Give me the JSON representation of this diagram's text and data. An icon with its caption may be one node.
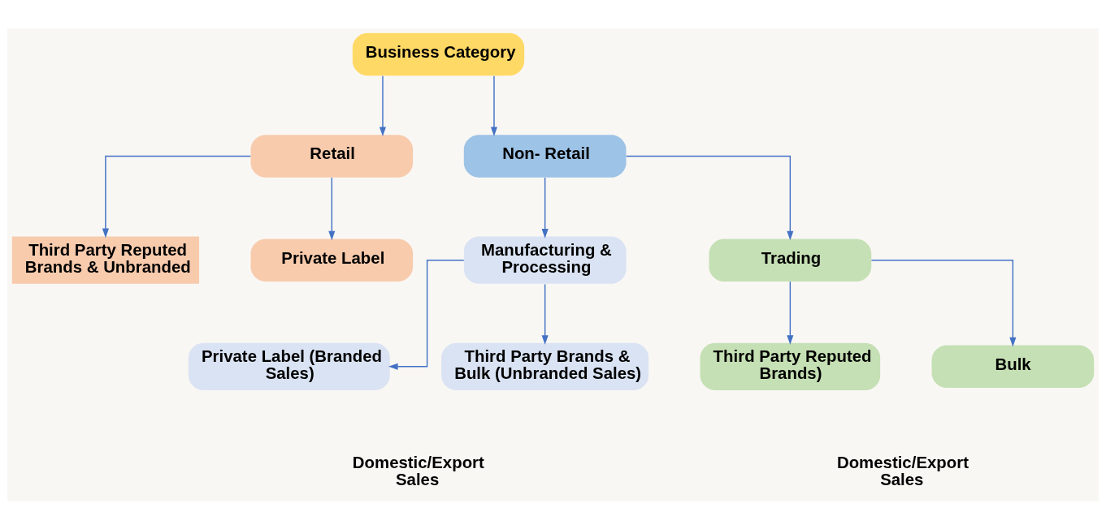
{
  "diagram": {
    "nodes": [
      {
        "text": [
          "Business Category"
        ]
      },
      {
        "text": [
          "Retail"
        ]
      },
      {
        "text": [
          "Non- Retail"
        ]
      },
      {
        "text": [
          "Third Party Reputed Brands & Unbranded"
        ]
      },
      {
        "text": [
          "Private Label"
        ]
      },
      {
        "text": [
          "Manufacturing & Processing"
        ]
      },
      {
        "text": [
          "Trading"
        ]
      },
      {
        "text": [
          "Private Label (Branded Sales)"
        ]
      },
      {
        "text": [
          "Third Party Brands & Bulk (Unbranded Sales)"
        ]
      },
      {
        "text": [
          "Third Party Reputed Brands)"
        ]
      },
      {
        "text": [
          "Bulk"
        ]
      }
    ],
    "edges": [
      {
        "from": 0,
        "to": 1,
        "arrow": "to"
      },
      {
        "from": 0,
        "to": 2,
        "arrow": "to"
      },
      {
        "from": 1,
        "to": 3,
        "arrow": "to"
      },
      {
        "from": 1,
        "to": 4,
        "arrow": "to"
      },
      {
        "from": 2,
        "to": 5,
        "arrow": "to"
      },
      {
        "from": 2,
        "to": 6,
        "arrow": "to"
      },
      {
        "from": 5,
        "to": 7,
        "arrow": "to"
      },
      {
        "from": 5,
        "to": 8,
        "arrow": "to"
      },
      {
        "from": 6,
        "to": 9,
        "arrow": "to"
      },
      {
        "from": 6,
        "to": 10,
        "arrow": "to"
      }
    ],
    "labels": [
      "Domestic/Export Sales",
      "Domestic/Export Sales"
    ]
  }
}
